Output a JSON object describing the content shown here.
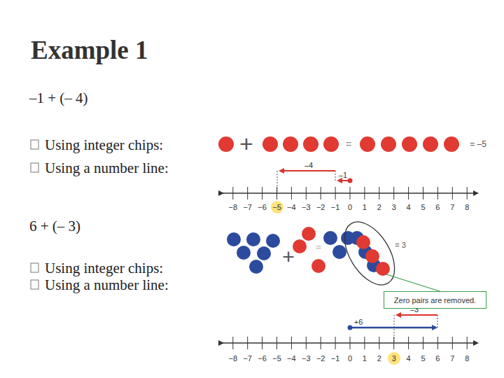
{
  "diagram": {
    "title": "Example 1",
    "nodes": [
      {
        "text": [
          "Zero pairs are removed."
        ]
      }
    ],
    "labels": [
      "–1 + (– 4)",
      "Using integer chips:",
      "Using a number line:",
      "+",
      "=",
      "= –5",
      "–4",
      "–1",
      "−8",
      "−7",
      "−6",
      "−5",
      "−4",
      "−3",
      "−2",
      "−1",
      "0",
      "1",
      "2",
      "3",
      "4",
      "5",
      "6",
      "7",
      "8",
      "6 + (– 3)",
      "Using integer chips:",
      "Using a number line:",
      "+",
      "=",
      "= 3",
      "–3",
      "+6",
      "−8",
      "−7",
      "−6",
      "−5",
      "−4",
      "−3",
      "−2",
      "−1",
      "0",
      "1",
      "2",
      "3",
      "4",
      "5",
      "6",
      "7",
      "8"
    ]
  }
}
